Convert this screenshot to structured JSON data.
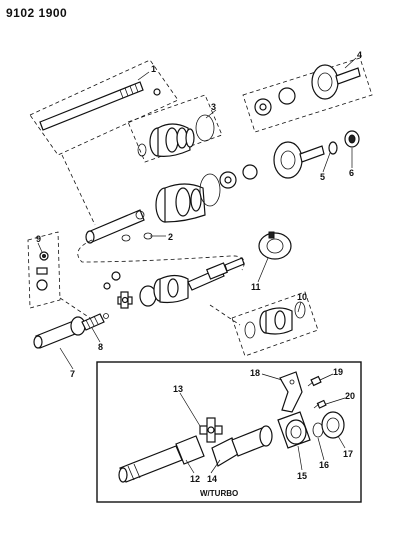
{
  "doc_id": "9102 1900",
  "callouts": [
    "1",
    "2",
    "3",
    "4",
    "5",
    "6",
    "7",
    "8",
    "9",
    "10",
    "11",
    "12",
    "13",
    "14",
    "15",
    "16",
    "17",
    "18",
    "19",
    "20"
  ],
  "inset_label": "W/TURBO"
}
